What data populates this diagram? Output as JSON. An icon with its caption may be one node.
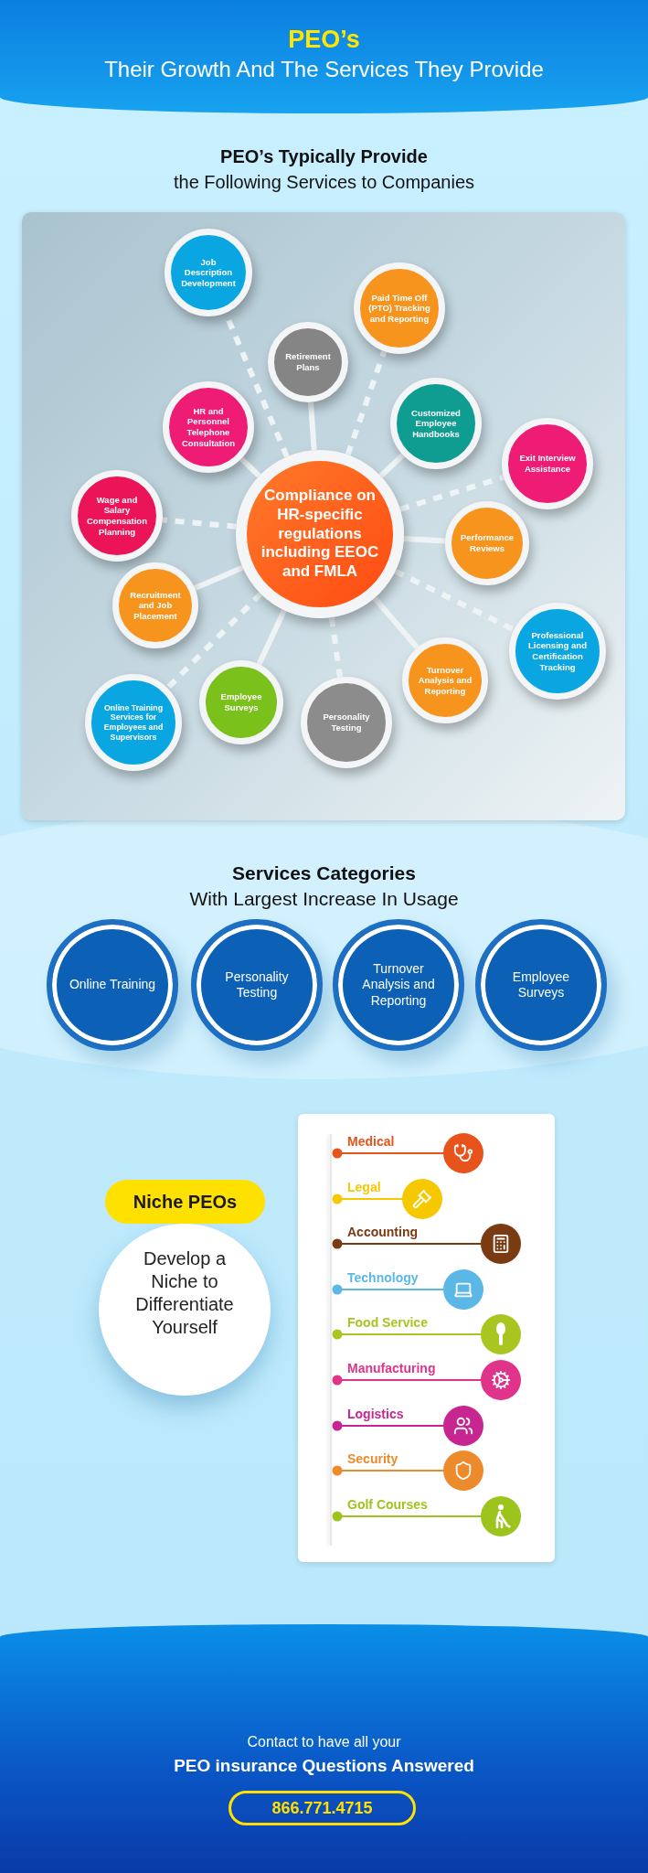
{
  "diagram": {
    "title": "PEO’s",
    "nodes": [
      {
        "text": [
          "Compliance on HR-specific regulations including EEOC and FMLA"
        ]
      },
      {
        "text": [
          "Job Description Development"
        ]
      },
      {
        "text": [
          "Paid Time Off (PTO) Tracking and Reporting"
        ]
      },
      {
        "text": [
          "Retirement Plans"
        ]
      },
      {
        "text": [
          "HR and Personnel Telephone Consultation"
        ]
      },
      {
        "text": [
          "Customized Employee Handbooks"
        ]
      },
      {
        "text": [
          "Exit Interview Assistance"
        ]
      },
      {
        "text": [
          "Wage and Salary Compensation Planning"
        ]
      },
      {
        "text": [
          "Performance Reviews"
        ]
      },
      {
        "text": [
          "Recruitment and Job Placement"
        ]
      },
      {
        "text": [
          "Professional Licensing and Certification Tracking"
        ]
      },
      {
        "text": [
          "Online Training Services for Employees and Supervisors"
        ]
      },
      {
        "text": [
          "Employee Surveys"
        ]
      },
      {
        "text": [
          "Personality Testing"
        ]
      },
      {
        "text": [
          "Turnover Analysis and Reporting"
        ]
      },
      {
        "text": [
          "Online Training"
        ]
      },
      {
        "text": [
          "Personality Testing"
        ]
      },
      {
        "text": [
          "Turnover Analysis and Reporting"
        ]
      },
      {
        "text": [
          "Employee Surveys"
        ]
      },
      {
        "text": [
          "Niche PEOs"
        ]
      },
      {
        "text": [
          "Develop a Niche to Differentiate Yourself"
        ]
      }
    ],
    "edges": [
      {
        "from": 0,
        "to": 1,
        "arrow": "none",
        "style": "dashed"
      },
      {
        "from": 0,
        "to": 2,
        "arrow": "none",
        "style": "dashed"
      },
      {
        "from": 0,
        "to": 3,
        "arrow": "none"
      },
      {
        "from": 0,
        "to": 4,
        "arrow": "none"
      },
      {
        "from": 0,
        "to": 5,
        "arrow": "none"
      },
      {
        "from": 0,
        "to": 6,
        "arrow": "none",
        "style": "dashed"
      },
      {
        "from": 0,
        "to": 7,
        "arrow": "none",
        "style": "dashed"
      },
      {
        "from": 0,
        "to": 8,
        "arrow": "none"
      },
      {
        "from": 0,
        "to": 9,
        "arrow": "none"
      },
      {
        "from": 0,
        "to": 10,
        "arrow": "none",
        "style": "dashed"
      },
      {
        "from": 0,
        "to": 11,
        "arrow": "none",
        "style": "dashed"
      },
      {
        "from": 0,
        "to": 12,
        "arrow": "none"
      },
      {
        "from": 0,
        "to": 13,
        "arrow": "none",
        "style": "dashed"
      },
      {
        "from": 0,
        "to": 14,
        "arrow": "none"
      }
    ],
    "labels": [
      "Their Growth And The Services They Provide",
      "PEO’s Typically Provide",
      "the Following Services to Companies",
      "Services Categories",
      "With Largest Increase In Usage",
      "Medical",
      "Legal",
      "Accounting",
      "Technology",
      "Food Service",
      "Manufacturing",
      "Logistics",
      "Security",
      "Golf Courses",
      "Contact to have all your",
      "PEO insurance Questions Answered",
      "866.771.4715"
    ]
  }
}
